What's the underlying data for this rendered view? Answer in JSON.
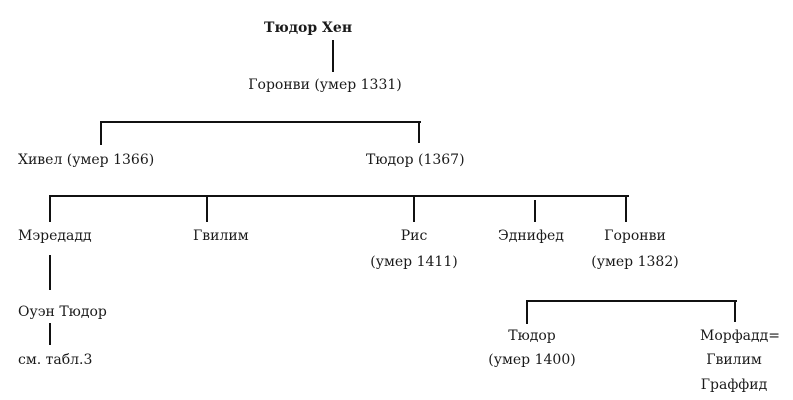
{
  "root": "Тюдор Хен",
  "gen1": {
    "name": "Горонви (умер 1331)"
  },
  "gen2": [
    {
      "name": "Хивел (умер 1366)"
    },
    {
      "name": "Тюдор (1367)"
    }
  ],
  "gen3": [
    {
      "name": "Мэредадд"
    },
    {
      "name": "Гвилим"
    },
    {
      "name": "Рис",
      "note": "(умер 1411)"
    },
    {
      "name": "Эднифед"
    },
    {
      "name": "Горонви",
      "note": "(умер 1382)"
    }
  ],
  "maredudd_line": {
    "son": "Оуэн Тюдор",
    "ref": "см. табл.3"
  },
  "goronwy_children": [
    {
      "name": "Тюдор",
      "note": "(умер 1400)"
    },
    {
      "name": "Морфадд=",
      "spouse1": "Гвилим",
      "spouse2": "Граффид"
    }
  ]
}
